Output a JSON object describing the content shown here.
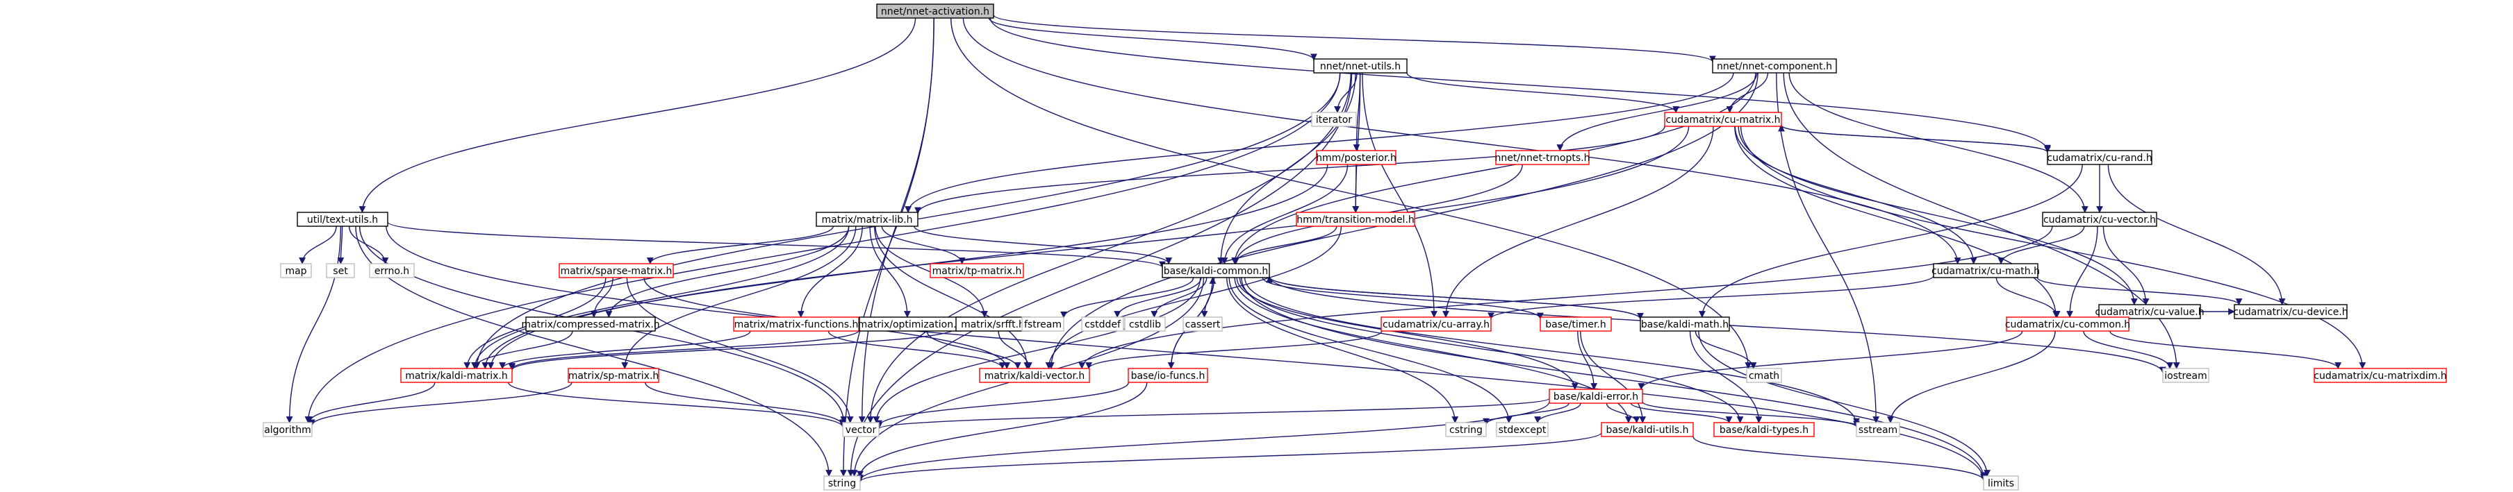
{
  "colors": {
    "link_black": "#000000",
    "link_red": "#ff0000",
    "link_gray": "#bfbfbf",
    "edge_navy": "#191970",
    "root_fill": "#bfbfbf",
    "fill": "#ffffff",
    "text": "#000000"
  },
  "nodes": [
    {
      "id": "root",
      "label": "nnet/nnet-activation.h",
      "style": "root"
    },
    {
      "id": "nnet_utils",
      "label": "nnet/nnet-utils.h",
      "style": "black"
    },
    {
      "id": "nnet_component",
      "label": "nnet/nnet-component.h",
      "style": "black"
    },
    {
      "id": "iterator",
      "label": "iterator",
      "style": "gray"
    },
    {
      "id": "cu_matrix",
      "label": "cudamatrix/cu-matrix.h",
      "style": "red"
    },
    {
      "id": "hmm_posterior",
      "label": "hmm/posterior.h",
      "style": "red"
    },
    {
      "id": "nnet_trnopts",
      "label": "nnet/nnet-trnopts.h",
      "style": "red"
    },
    {
      "id": "cu_rand",
      "label": "cudamatrix/cu-rand.h",
      "style": "black"
    },
    {
      "id": "text_utils",
      "label": "util/text-utils.h",
      "style": "black"
    },
    {
      "id": "matrix_lib",
      "label": "matrix/matrix-lib.h",
      "style": "black"
    },
    {
      "id": "transition_model",
      "label": "hmm/transition-model.h",
      "style": "red"
    },
    {
      "id": "cu_vector",
      "label": "cudamatrix/cu-vector.h",
      "style": "black"
    },
    {
      "id": "map",
      "label": "map",
      "style": "gray"
    },
    {
      "id": "set",
      "label": "set",
      "style": "gray"
    },
    {
      "id": "errno",
      "label": "errno.h",
      "style": "gray"
    },
    {
      "id": "sparse_matrix",
      "label": "matrix/sparse-matrix.h",
      "style": "red"
    },
    {
      "id": "tp_matrix",
      "label": "matrix/tp-matrix.h",
      "style": "red"
    },
    {
      "id": "kaldi_common",
      "label": "base/kaldi-common.h",
      "style": "black"
    },
    {
      "id": "cu_math",
      "label": "cudamatrix/cu-math.h",
      "style": "black"
    },
    {
      "id": "cu_value",
      "label": "cudamatrix/cu-value.h",
      "style": "black"
    },
    {
      "id": "compressed_matrix",
      "label": "matrix/compressed-matrix.h",
      "style": "black"
    },
    {
      "id": "matrix_functions",
      "label": "matrix/matrix-functions.h",
      "style": "red"
    },
    {
      "id": "optimization",
      "label": "matrix/optimization.h",
      "style": "black"
    },
    {
      "id": "srfft",
      "label": "matrix/srfft.h",
      "style": "black"
    },
    {
      "id": "fstream",
      "label": "fstream",
      "style": "gray"
    },
    {
      "id": "cstddef",
      "label": "cstddef",
      "style": "gray"
    },
    {
      "id": "cstdlib",
      "label": "cstdlib",
      "style": "gray"
    },
    {
      "id": "cassert",
      "label": "cassert",
      "style": "gray"
    },
    {
      "id": "cu_array",
      "label": "cudamatrix/cu-array.h",
      "style": "red"
    },
    {
      "id": "timer",
      "label": "base/timer.h",
      "style": "red"
    },
    {
      "id": "kaldi_math",
      "label": "base/kaldi-math.h",
      "style": "black"
    },
    {
      "id": "cu_common",
      "label": "cudamatrix/cu-common.h",
      "style": "red"
    },
    {
      "id": "cu_device",
      "label": "cudamatrix/cu-device.h",
      "style": "black"
    },
    {
      "id": "kaldi_matrix",
      "label": "matrix/kaldi-matrix.h",
      "style": "red"
    },
    {
      "id": "sp_matrix",
      "label": "matrix/sp-matrix.h",
      "style": "red"
    },
    {
      "id": "kaldi_vector",
      "label": "matrix/kaldi-vector.h",
      "style": "red"
    },
    {
      "id": "io_funcs",
      "label": "base/io-funcs.h",
      "style": "red"
    },
    {
      "id": "kaldi_error",
      "label": "base/kaldi-error.h",
      "style": "red"
    },
    {
      "id": "cmath",
      "label": "cmath",
      "style": "gray"
    },
    {
      "id": "iostream",
      "label": "iostream",
      "style": "gray"
    },
    {
      "id": "cu_matrixdim",
      "label": "cudamatrix/cu-matrixdim.h",
      "style": "red"
    },
    {
      "id": "algorithm",
      "label": "algorithm",
      "style": "gray"
    },
    {
      "id": "vector",
      "label": "vector",
      "style": "gray"
    },
    {
      "id": "cstring",
      "label": "cstring",
      "style": "gray"
    },
    {
      "id": "stdexcept",
      "label": "stdexcept",
      "style": "gray"
    },
    {
      "id": "kaldi_utils",
      "label": "base/kaldi-utils.h",
      "style": "red"
    },
    {
      "id": "kaldi_types",
      "label": "base/kaldi-types.h",
      "style": "red"
    },
    {
      "id": "sstream",
      "label": "sstream",
      "style": "gray"
    },
    {
      "id": "string",
      "label": "string",
      "style": "gray"
    },
    {
      "id": "limits",
      "label": "limits",
      "style": "gray"
    }
  ],
  "edges": [
    [
      "root",
      "nnet_utils"
    ],
    [
      "root",
      "nnet_component"
    ],
    [
      "root",
      "text_utils"
    ],
    [
      "root",
      "cu_rand"
    ],
    [
      "root",
      "cmath"
    ],
    [
      "root",
      "vector"
    ],
    [
      "root",
      "string"
    ],
    [
      "root",
      "cu_math"
    ],
    [
      "nnet_utils",
      "iterator"
    ],
    [
      "nnet_utils",
      "cu_matrix"
    ],
    [
      "nnet_utils",
      "hmm_posterior"
    ],
    [
      "nnet_utils",
      "transition_model"
    ],
    [
      "nnet_utils",
      "kaldi_common"
    ],
    [
      "nnet_utils",
      "cu_array"
    ],
    [
      "nnet_utils",
      "algorithm"
    ],
    [
      "nnet_utils",
      "vector"
    ],
    [
      "nnet_utils",
      "string"
    ],
    [
      "nnet_utils",
      "kaldi_matrix"
    ],
    [
      "nnet_component",
      "cu_matrix"
    ],
    [
      "nnet_component",
      "nnet_trnopts"
    ],
    [
      "nnet_component",
      "kaldi_common"
    ],
    [
      "nnet_component",
      "matrix_lib"
    ],
    [
      "nnet_component",
      "cu_vector"
    ],
    [
      "nnet_component",
      "iostream"
    ],
    [
      "nnet_component",
      "sstream"
    ],
    [
      "nnet_component",
      "kaldi_vector"
    ],
    [
      "cu_matrix",
      "cu_rand"
    ],
    [
      "cu_matrix",
      "cu_value"
    ],
    [
      "cu_matrix",
      "cu_math"
    ],
    [
      "cu_matrix",
      "cu_array"
    ],
    [
      "cu_matrix",
      "cu_common"
    ],
    [
      "cu_matrix",
      "cu_matrixdim"
    ],
    [
      "cu_matrix",
      "kaldi_matrix"
    ],
    [
      "cu_matrix",
      "matrix_lib"
    ],
    [
      "hmm_posterior",
      "kaldi_common"
    ],
    [
      "hmm_posterior",
      "transition_model"
    ],
    [
      "hmm_posterior",
      "kaldi_matrix"
    ],
    [
      "nnet_trnopts",
      "kaldi_common"
    ],
    [
      "cu_rand",
      "cu_matrix"
    ],
    [
      "cu_rand",
      "cu_vector"
    ],
    [
      "cu_rand",
      "cu_device"
    ],
    [
      "cu_rand",
      "kaldi_math"
    ],
    [
      "text_utils",
      "map"
    ],
    [
      "text_utils",
      "set"
    ],
    [
      "text_utils",
      "errno"
    ],
    [
      "text_utils",
      "kaldi_common"
    ],
    [
      "text_utils",
      "algorithm"
    ],
    [
      "text_utils",
      "vector"
    ],
    [
      "text_utils",
      "string"
    ],
    [
      "text_utils",
      "limits"
    ],
    [
      "matrix_lib",
      "sparse_matrix"
    ],
    [
      "matrix_lib",
      "tp_matrix"
    ],
    [
      "matrix_lib",
      "compressed_matrix"
    ],
    [
      "matrix_lib",
      "matrix_functions"
    ],
    [
      "matrix_lib",
      "optimization"
    ],
    [
      "matrix_lib",
      "srfft"
    ],
    [
      "matrix_lib",
      "kaldi_vector"
    ],
    [
      "matrix_lib",
      "kaldi_common"
    ],
    [
      "matrix_lib",
      "sp_matrix"
    ],
    [
      "matrix_lib",
      "kaldi_matrix"
    ],
    [
      "transition_model",
      "kaldi_common"
    ],
    [
      "transition_model",
      "kaldi_vector"
    ],
    [
      "cu_vector",
      "cu_math"
    ],
    [
      "cu_vector",
      "cu_value"
    ],
    [
      "cu_vector",
      "cu_common"
    ],
    [
      "cu_vector",
      "kaldi_vector"
    ],
    [
      "sparse_matrix",
      "kaldi_matrix"
    ],
    [
      "sparse_matrix",
      "compressed_matrix"
    ],
    [
      "sparse_matrix",
      "kaldi_vector"
    ],
    [
      "sparse_matrix",
      "vector"
    ],
    [
      "kaldi_common",
      "fstream"
    ],
    [
      "kaldi_common",
      "cstddef"
    ],
    [
      "kaldi_common",
      "cstdlib"
    ],
    [
      "kaldi_common",
      "cassert"
    ],
    [
      "kaldi_common",
      "timer"
    ],
    [
      "kaldi_common",
      "kaldi_math"
    ],
    [
      "kaldi_common",
      "io_funcs"
    ],
    [
      "kaldi_common",
      "kaldi_error"
    ],
    [
      "kaldi_common",
      "kaldi_utils"
    ],
    [
      "kaldi_common",
      "kaldi_types"
    ],
    [
      "kaldi_common",
      "cstring"
    ],
    [
      "kaldi_common",
      "stdexcept"
    ],
    [
      "kaldi_common",
      "sstream"
    ],
    [
      "kaldi_common",
      "string"
    ],
    [
      "kaldi_common",
      "vector"
    ],
    [
      "kaldi_common",
      "iostream"
    ],
    [
      "kaldi_common",
      "limits"
    ],
    [
      "cu_math",
      "cu_array"
    ],
    [
      "cu_math",
      "cu_common"
    ],
    [
      "cu_math",
      "cu_device"
    ],
    [
      "cu_value",
      "cu_device"
    ],
    [
      "compressed_matrix",
      "kaldi_matrix"
    ],
    [
      "matrix_functions",
      "kaldi_matrix"
    ],
    [
      "matrix_functions",
      "kaldi_vector"
    ],
    [
      "optimization",
      "kaldi_matrix"
    ],
    [
      "optimization",
      "kaldi_vector"
    ],
    [
      "srfft",
      "kaldi_vector"
    ],
    [
      "srfft",
      "kaldi_matrix"
    ],
    [
      "cu_array",
      "kaldi_vector"
    ],
    [
      "timer",
      "kaldi_error"
    ],
    [
      "timer",
      "kaldi_utils"
    ],
    [
      "kaldi_math",
      "cmath"
    ],
    [
      "kaldi_math",
      "limits"
    ],
    [
      "kaldi_math",
      "kaldi_types"
    ],
    [
      "kaldi_math",
      "kaldi_common"
    ],
    [
      "cu_common",
      "iostream"
    ],
    [
      "cu_common",
      "cu_matrixdim"
    ],
    [
      "cu_common",
      "sstream"
    ],
    [
      "cu_common",
      "kaldi_error"
    ],
    [
      "kaldi_matrix",
      "algorithm"
    ],
    [
      "kaldi_matrix",
      "vector"
    ],
    [
      "sp_matrix",
      "algorithm"
    ],
    [
      "sp_matrix",
      "vector"
    ],
    [
      "io_funcs",
      "vector"
    ],
    [
      "io_funcs",
      "string"
    ],
    [
      "io_funcs",
      "kaldi_common"
    ],
    [
      "kaldi_error",
      "cstring"
    ],
    [
      "kaldi_error",
      "stdexcept"
    ],
    [
      "kaldi_error",
      "kaldi_utils"
    ],
    [
      "kaldi_error",
      "kaldi_types"
    ],
    [
      "kaldi_error",
      "sstream"
    ],
    [
      "kaldi_error",
      "vector"
    ],
    [
      "kaldi_error",
      "string"
    ],
    [
      "kaldi_utils",
      "limits"
    ],
    [
      "kaldi_utils",
      "string"
    ]
  ]
}
